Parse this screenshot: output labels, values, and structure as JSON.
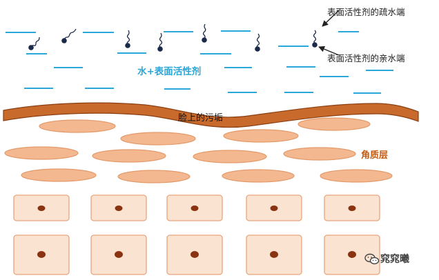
{
  "labels": {
    "hydrophobic_end": "表面活性剂的疏水端",
    "hydrophilic_end": "表面活性剂的亲水端",
    "solution": "水+表面活性剂",
    "dirt": "脸上的污垢",
    "stratum_corneum": "角质层",
    "watermark": "窕窕曦"
  },
  "colors": {
    "water_line": "#2aa7d9",
    "surfactant": "#1b2a4a",
    "dirt_layer": "#c86a2c",
    "dirt_outline": "#8a3f12",
    "corneocyte_fill": "#f4b890",
    "corneocyte_stroke": "#e39a6a",
    "cell_fill": "#fbe3d2",
    "cell_stroke": "#e7a57c",
    "nucleus": "#8a3310",
    "label_blue": "#29a6d8",
    "label_orange": "#c55a11"
  },
  "icons": [
    "arrow-icon",
    "wechat-icon"
  ]
}
